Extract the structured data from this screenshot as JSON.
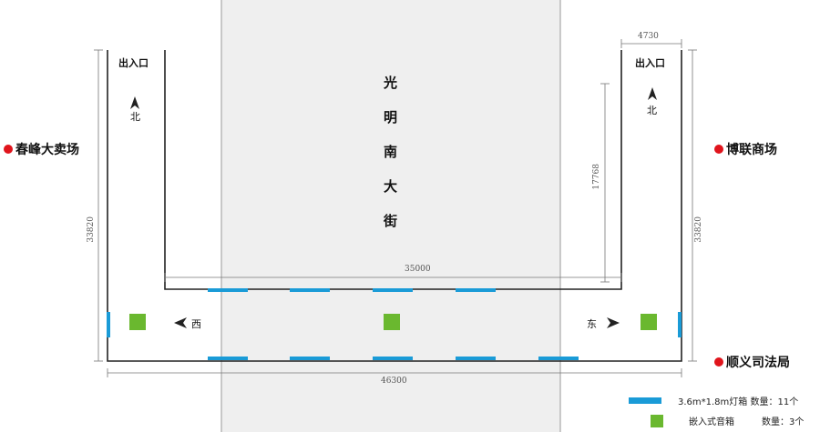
{
  "street": {
    "chars": [
      "光",
      "明",
      "南",
      "大",
      "街"
    ]
  },
  "exits": {
    "left": "出入口",
    "right": "出入口"
  },
  "north": {
    "left": "北",
    "right": "北"
  },
  "directions": {
    "west": "西",
    "east": "东"
  },
  "stores": {
    "left_top": "春峰大卖场",
    "right_top": "博联商场",
    "right_bottom": "顺义司法局"
  },
  "dimensions": {
    "total_width": "46300",
    "inner_width": "35000",
    "left_height": "33820",
    "right_height": "33820",
    "corridor_height": "17768",
    "corridor_width": "4730"
  },
  "legend": {
    "lightbox_label": "3.6m*1.8m灯箱 数量：11个",
    "speaker_label": "嵌入式音箱",
    "speaker_count": "数量：3个"
  },
  "colors": {
    "lightbox": "#1a9bd7",
    "speaker": "#6ab82f",
    "marker": "#e0141c"
  }
}
